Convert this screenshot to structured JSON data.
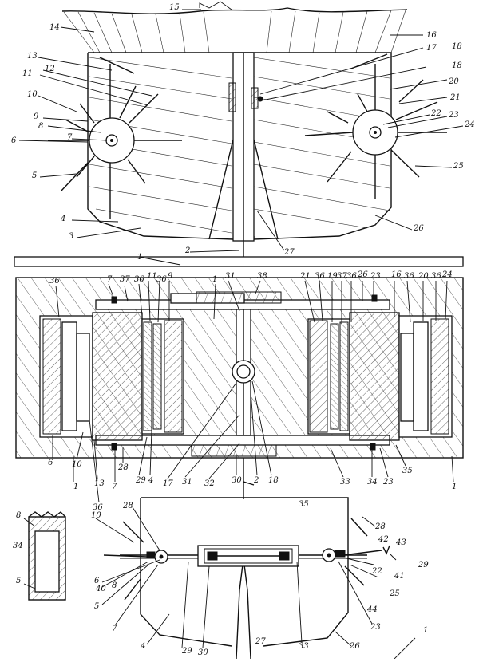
{
  "figure_top": {
    "labels": [
      "15",
      "14",
      "16",
      "17",
      "18",
      "13",
      "12",
      "11",
      "18",
      "20",
      "10",
      "21",
      "22",
      "9",
      "8",
      "23",
      "24",
      "7",
      "6",
      "5",
      "25",
      "4",
      "3",
      "26",
      "2",
      "27",
      "1"
    ]
  },
  "figure_middle": {
    "labels": [
      "36",
      "7",
      "37",
      "36",
      "11",
      "36",
      "9",
      "1",
      "31",
      "38",
      "21",
      "36",
      "19",
      "37",
      "36",
      "26",
      "23",
      "16",
      "36",
      "20",
      "36",
      "24",
      "6",
      "10",
      "1",
      "13",
      "36",
      "7",
      "28",
      "29",
      "4",
      "17",
      "31",
      "32",
      "30",
      "2",
      "18",
      "33",
      "34",
      "23",
      "35",
      "1"
    ]
  },
  "figure_bottom": {
    "labels": [
      "35",
      "28",
      "10",
      "28",
      "42",
      "43",
      "6",
      "40",
      "8",
      "29",
      "22",
      "41",
      "5",
      "7",
      "25",
      "44",
      "4",
      "29",
      "30",
      "27",
      "33",
      "26",
      "23",
      "1"
    ]
  },
  "figure_detail": {
    "labels": [
      "8",
      "34",
      "5"
    ]
  }
}
